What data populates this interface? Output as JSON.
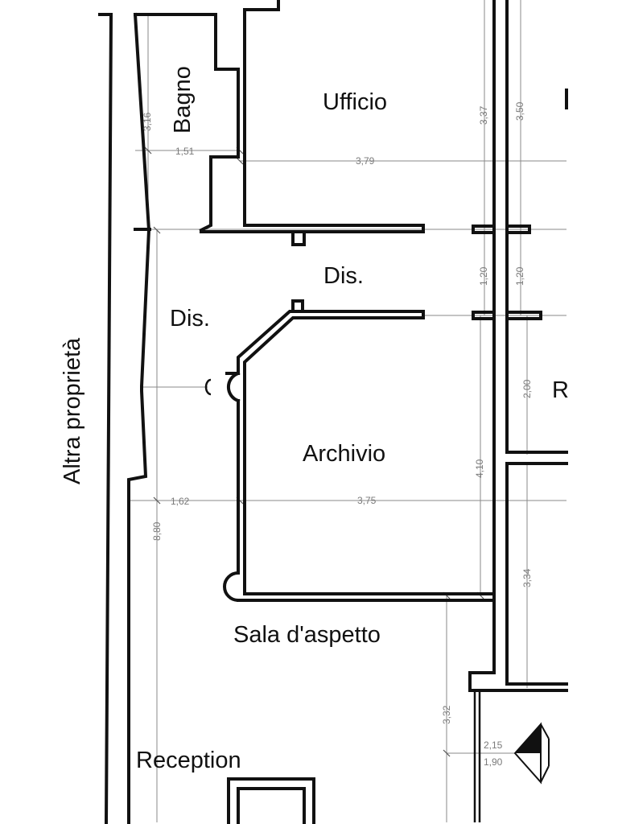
{
  "rooms": {
    "bagno": "Bagno",
    "ufficio": "Ufficio",
    "dis_upper": "Dis.",
    "dis_left": "Dis.",
    "archivio": "Archivio",
    "sala": "Sala d'aspetto",
    "reception": "Reception",
    "right_partial": "R"
  },
  "side_label": "Altra proprietà",
  "dimensions": {
    "d316": "3,16",
    "d151": "1,51",
    "d379": "3,79",
    "d337": "3,37",
    "d350": "3,50",
    "d120a": "1,20",
    "d120b": "1,20",
    "d200": "2,00",
    "d410": "4,10",
    "d162": "1,62",
    "d375": "3,75",
    "d880": "8,80",
    "d334": "3,34",
    "d332": "3,32",
    "d215": "2,15",
    "d190": "1,90"
  },
  "colors": {
    "wall": "#111111",
    "dimension": "#8a8a8a",
    "background": "#ffffff"
  },
  "icons": [
    "north-arrow-icon"
  ]
}
